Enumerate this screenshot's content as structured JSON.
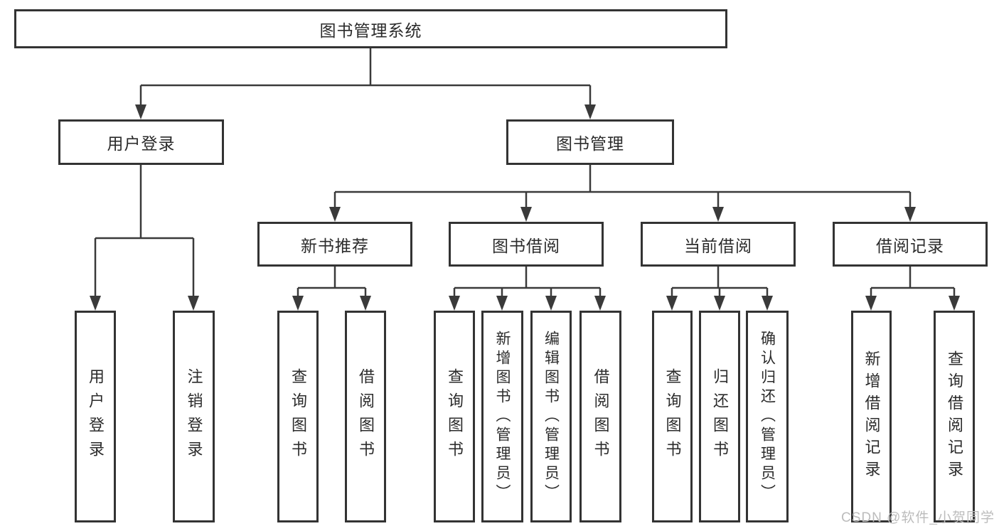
{
  "tree": {
    "root": {
      "label": "图书管理系统"
    },
    "level2": [
      {
        "label": "用户登录",
        "children": [
          {
            "label": "用户登录"
          },
          {
            "label": "注销登录"
          }
        ]
      },
      {
        "label": "图书管理",
        "children": [
          {
            "label": "新书推荐",
            "children": [
              {
                "label": "查询图书"
              },
              {
                "label": "借阅图书"
              }
            ]
          },
          {
            "label": "图书借阅",
            "children": [
              {
                "label": "查询图书"
              },
              {
                "label": "新增图书（管理员）"
              },
              {
                "label": "编辑图书（管理员）"
              },
              {
                "label": "借阅图书"
              }
            ]
          },
          {
            "label": "当前借阅",
            "children": [
              {
                "label": "查询图书"
              },
              {
                "label": "归还图书"
              },
              {
                "label": "确认归还（管理员）"
              }
            ]
          },
          {
            "label": "借阅记录",
            "children": [
              {
                "label": "新增借阅记录"
              },
              {
                "label": "查询借阅记录"
              }
            ]
          }
        ]
      }
    ]
  },
  "watermark": {
    "text": "CSDN @软件_小贺同学"
  },
  "colors": {
    "line": "#3a3a3a",
    "box_border": "#333333",
    "text": "#2b2b2b",
    "watermark": "#bcbcbc",
    "background": "#ffffff"
  }
}
